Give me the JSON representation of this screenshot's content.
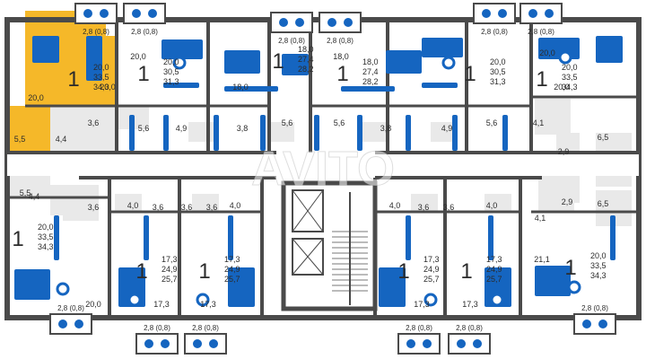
{
  "apartments": [
    {
      "id": "a1",
      "rooms": "1",
      "areas": [
        "20,0",
        "33,5",
        "34,3"
      ],
      "highlight": true
    },
    {
      "id": "a2",
      "rooms": "1",
      "areas": [
        "20,0",
        "30,5",
        "31,3"
      ]
    },
    {
      "id": "a3",
      "rooms": "1",
      "areas": [
        "18,0",
        "27,4",
        "28,2"
      ]
    },
    {
      "id": "a4",
      "rooms": "1",
      "areas": [
        "18,0",
        "27,4",
        "28,2"
      ]
    },
    {
      "id": "a5",
      "rooms": "1",
      "areas": [
        "20,0",
        "30,5",
        "31,3"
      ]
    },
    {
      "id": "a6",
      "rooms": "1",
      "areas": [
        "20,0",
        "33,5",
        "34,3"
      ]
    },
    {
      "id": "a7",
      "rooms": "1",
      "areas": [
        "20,0",
        "33,5",
        "34,3"
      ]
    },
    {
      "id": "a8",
      "rooms": "1",
      "areas": [
        "17,3",
        "24,9",
        "25,7"
      ]
    },
    {
      "id": "a9",
      "rooms": "1",
      "areas": [
        "17,3",
        "24,9",
        "25,7"
      ]
    },
    {
      "id": "a10",
      "rooms": "1",
      "areas": [
        "17,3",
        "24,9",
        "25,7"
      ]
    },
    {
      "id": "a11",
      "rooms": "1",
      "areas": [
        "17,3",
        "24,9",
        "25,7"
      ]
    },
    {
      "id": "a12",
      "rooms": "1",
      "areas": [
        "20,0",
        "33,5",
        "34,3"
      ]
    }
  ],
  "balconies": [
    "2,8 (0,8)",
    "2,8 (0,8)",
    "2,8 (0,8)",
    "2,8 (0,8)",
    "2,8 (0,8)",
    "2,8 (0,8)",
    "2,8 (0,8)",
    "2,8 (0,8)",
    "2,8 (0,8)",
    "2,8 (0,8)",
    "2,8 (0,8)",
    "2,8 (0,8)"
  ],
  "room_labels": {
    "top": [
      "20,0",
      "20,0",
      "3,6",
      "4,4",
      "5,5",
      "20,0",
      "5,6",
      "4,9",
      "3,8",
      "18,0",
      "5,6",
      "18,0",
      "5,6",
      "3,8",
      "4,9",
      "5,6",
      "20,0",
      "4,1",
      "20,0",
      "6,5",
      "2,9"
    ],
    "bottom": [
      "5,5",
      "4,4",
      "3,6",
      "4,0",
      "3,6",
      "3,6",
      "4,0",
      "3,6",
      "20,0",
      "17,3",
      "17,3",
      "4,0",
      "3,6",
      "3,6",
      "4,0",
      "4,1",
      "2,9",
      "6,5",
      "21,1",
      "17,3",
      "17,3"
    ]
  },
  "watermark": "AVITO",
  "colors": {
    "wall": "#4a4a4a",
    "furniture": "#1565c0",
    "highlight": "#f5b829",
    "floor_gray": "#e9e9e9"
  }
}
